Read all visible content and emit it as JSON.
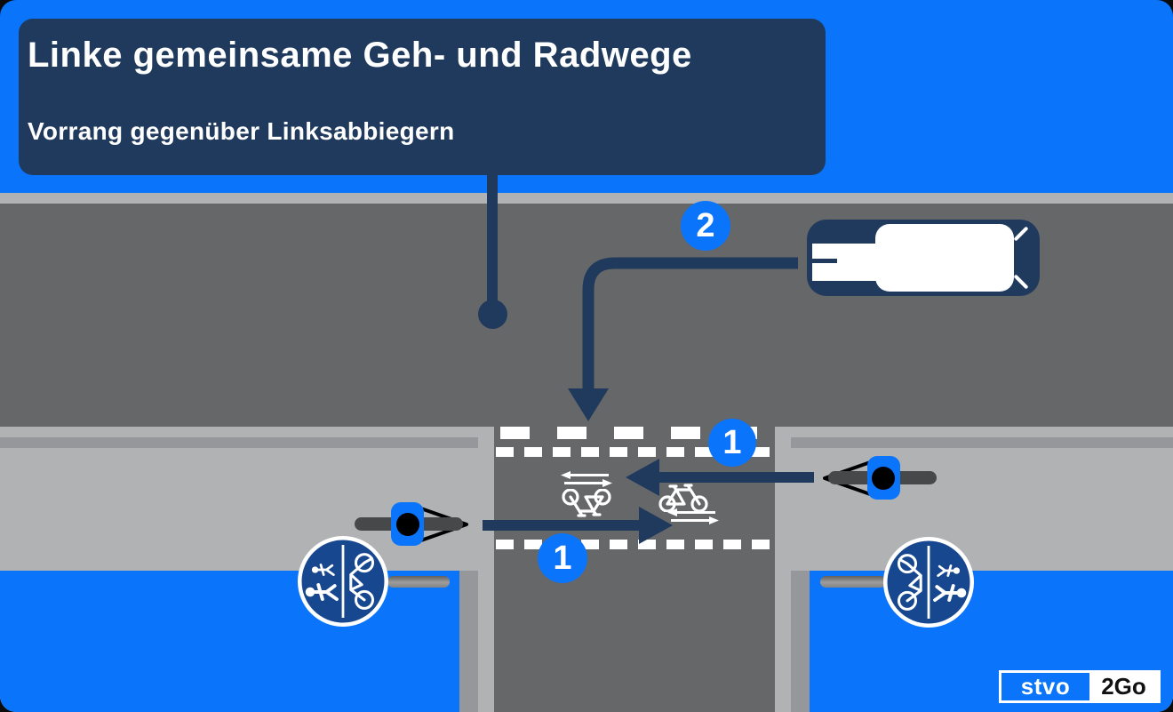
{
  "title_box": {
    "title": "Linke gemeinsame Geh- und Radwege",
    "subtitle": "Vorrang gegenüber Linksabbiegern"
  },
  "badges": {
    "car_turn": "2",
    "crossing_from_right": "1",
    "crossing_from_left": "1"
  },
  "logo": {
    "part1": "stvo",
    "part2": "2Go"
  },
  "icons": {
    "left_sign": "shared-footpath-cycleway-sign",
    "right_sign": "shared-footpath-cycleway-sign",
    "car": "car-top-view",
    "left_cyclist": "cyclist-top-view",
    "right_cyclist": "cyclist-top-view",
    "turn_arrow": "left-turn-arrow",
    "bike_markings": "bicycle-crossing-road-marking",
    "double_arrows": "two-way-arrow-marking"
  },
  "colors": {
    "canvas_blue": "#0a74fb",
    "navy": "#203a5e",
    "sign_navy": "#17478f",
    "road_gray": "#666768",
    "sidewalk_gray": "#b1b2b4",
    "curb_gray": "#96979a",
    "handlebar_gray": "#47484a",
    "badge_blue": "#0a74fb",
    "marking_white": "#ffffff"
  }
}
